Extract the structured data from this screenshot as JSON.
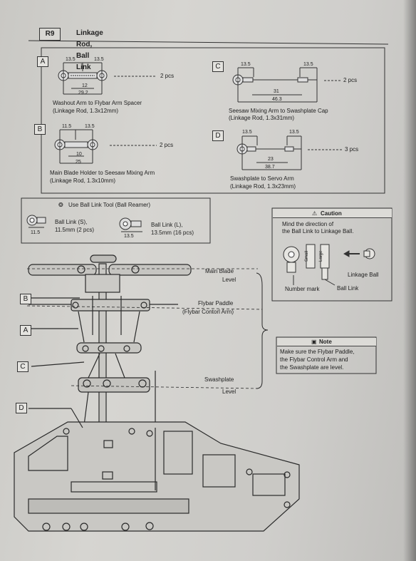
{
  "section": {
    "id": "R9",
    "title": "Linkage Rod, Ball Link"
  },
  "rods": [
    {
      "letter": "A",
      "dims": [
        "13.5",
        "13.5",
        "12",
        "29.2"
      ],
      "qty": "2 pcs",
      "desc": "Washout Arm to Flybar Arm Spacer",
      "spec": "(Linkage Rod, 1.3x12mm)"
    },
    {
      "letter": "B",
      "dims": [
        "11.5",
        "13.5",
        "10",
        "25"
      ],
      "qty": "2 pcs",
      "desc": "Main Blade Holder to Seesaw Mixing Arm",
      "spec": "(Linkage Rod, 1.3x10mm)"
    },
    {
      "letter": "C",
      "dims": [
        "13.5",
        "13.5",
        "31",
        "46.3"
      ],
      "qty": "2 pcs",
      "desc": "Seesaw Mixing Arm to Swashplate Cap",
      "spec": "(Linkage Rod, 1.3x31mm)"
    },
    {
      "letter": "D",
      "dims": [
        "13.5",
        "13.5",
        "23",
        "38.7"
      ],
      "qty": "3 pcs",
      "desc": "Swashplate to Servo Arm",
      "spec": "(Linkage Rod, 1.3x23mm)"
    }
  ],
  "tool": {
    "title": "Use Ball Link Tool  (Ball Reamer)",
    "small": {
      "dim": "11.5",
      "label1": "Ball Link (S),",
      "label2": "11.5mm (2 pcs)"
    },
    "large": {
      "dim": "13.5",
      "label1": "Ball Link (L),",
      "label2": "13.5mm (16 pcs)"
    }
  },
  "caution": {
    "title": "Caution",
    "line1": "Mind the direction of",
    "line2": "the Ball Link to Linkage Ball.",
    "small": "Small",
    "large": "Large",
    "linkage_ball": "Linkage Ball",
    "number_mark": "Number mark",
    "ball_link": "Ball Link"
  },
  "note": {
    "title": "Note",
    "line1": "Make sure the Flybar Paddle,",
    "line2": "the Flybar Control Arm and",
    "line3": "the Swashplate are level."
  },
  "diagram": {
    "letters": [
      "B",
      "A",
      "C",
      "D"
    ],
    "main_blade": [
      "Main Blade",
      "Level"
    ],
    "flybar": [
      "Flybar Paddle",
      "(Flybar Contorl Arm)"
    ],
    "swash": [
      "Swashplate",
      "Level"
    ]
  }
}
